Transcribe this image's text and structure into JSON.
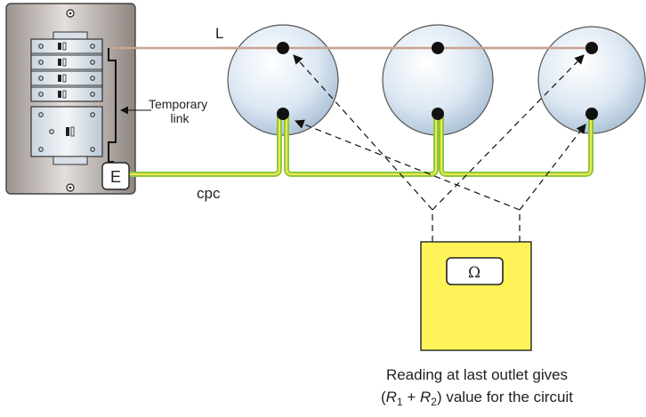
{
  "labels": {
    "line": "L",
    "earth_terminal": "E",
    "temporary_link": [
      "Temporary",
      "link"
    ],
    "cpc": "cpc",
    "meter_symbol": "Ω",
    "caption_line1": "Reading at last outlet gives",
    "caption_line2": {
      "open": "(",
      "r": "R",
      "sub1": "1",
      "plus": " + ",
      "sub2": "2",
      "close": ") value for the circuit"
    }
  },
  "colors": {
    "line_conductor": "#c9a38f",
    "cpc_outer": "#8dc63f",
    "cpc_inner": "#f2e94e",
    "meter_body": "#fff35a",
    "board_fill": "#c8c0bb",
    "outlet_fill": "#d6e4f2"
  },
  "outlets": [
    "outlet-1",
    "outlet-2",
    "outlet-3"
  ]
}
